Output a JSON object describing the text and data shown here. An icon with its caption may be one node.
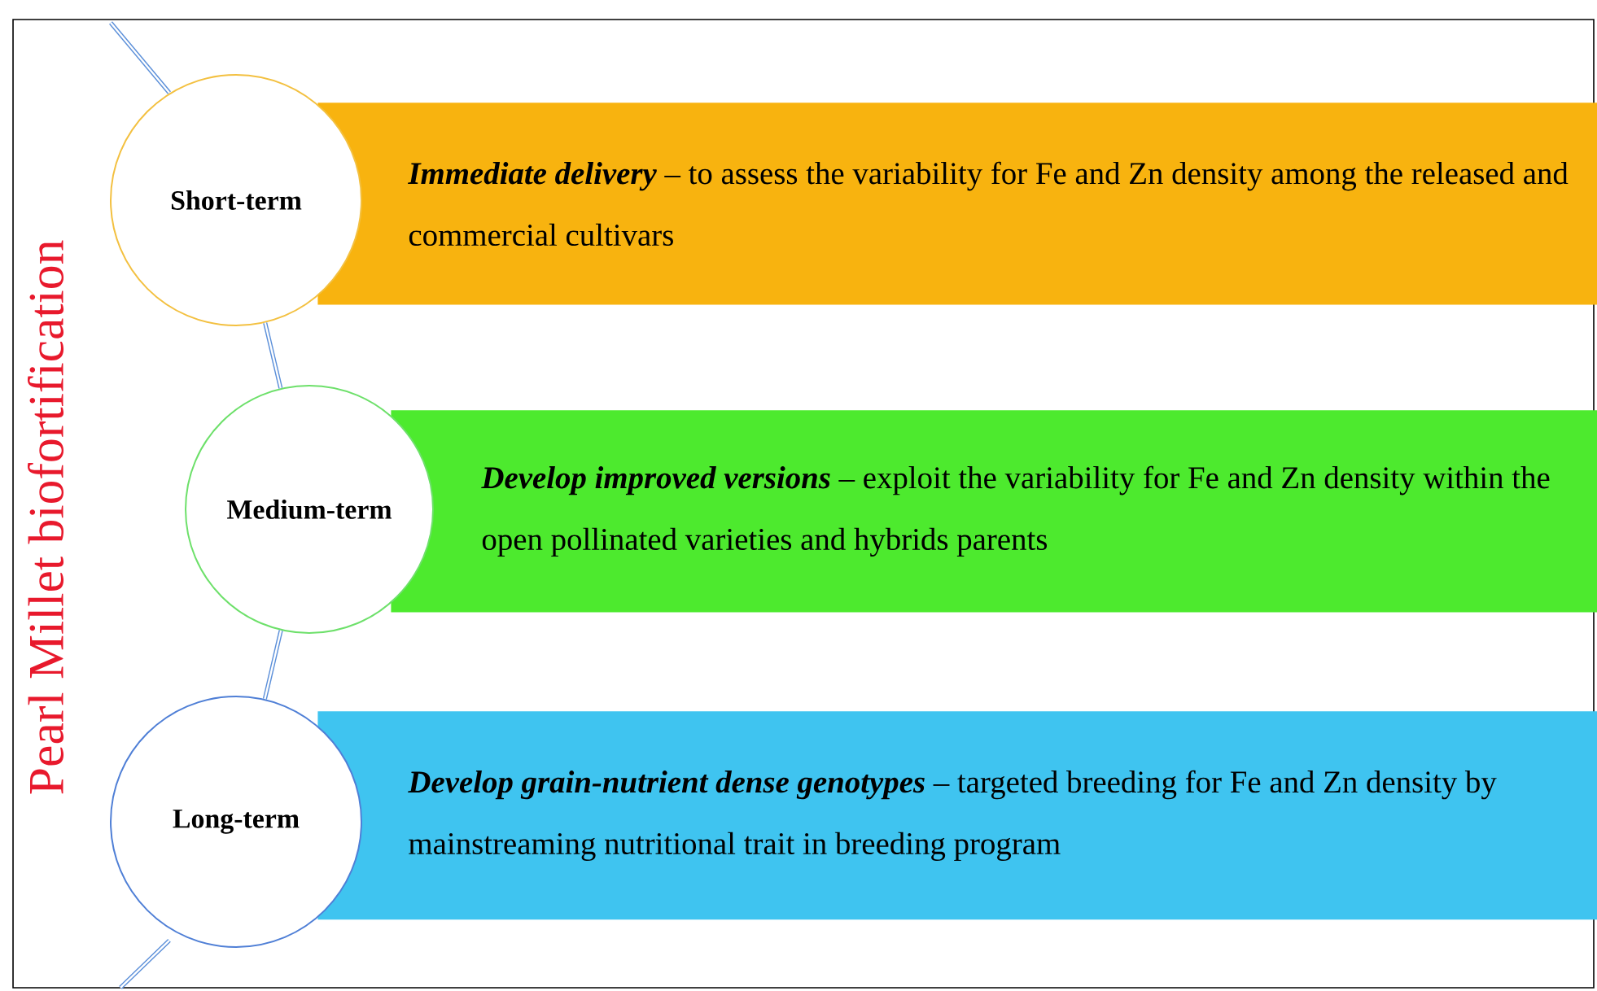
{
  "diagram": {
    "title": "Pearl Millet biofortification",
    "nodes": [
      {
        "text": [
          "Short-term"
        ]
      },
      {
        "text": [
          "Immediate delivery",
          "– to assess the variability for Fe and Zn density among the released and commercial cultivars"
        ]
      },
      {
        "text": [
          "Medium-term"
        ]
      },
      {
        "text": [
          "Develop improved versions",
          "– exploit the variability for Fe and Zn density within the open pollinated varieties and hybrids parents"
        ]
      },
      {
        "text": [
          "Long-term"
        ]
      },
      {
        "text": [
          "Develop grain-nutrient dense genotypes",
          "– targeted breeding for Fe and Zn density by mainstreaming nutritional trait in breeding program"
        ]
      }
    ],
    "edges": [
      {
        "from": 0,
        "to": 2,
        "arrow": "none"
      },
      {
        "from": 2,
        "to": 4,
        "arrow": "none"
      }
    ]
  }
}
